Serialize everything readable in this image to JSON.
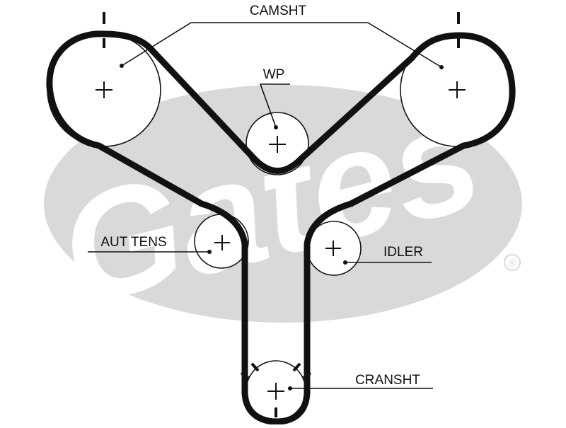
{
  "diagram": {
    "labels": {
      "camshaft": "CAMSHT",
      "water_pump": "WP",
      "auto_tensioner": "AUT TENS",
      "idler": "IDLER",
      "crankshaft": "CRANSHT"
    },
    "watermark": {
      "brand": "Gates",
      "registered_mark": "®"
    },
    "colors": {
      "belt": "#111111",
      "watermark": "#d9d9d9",
      "background": "#ffffff"
    }
  }
}
